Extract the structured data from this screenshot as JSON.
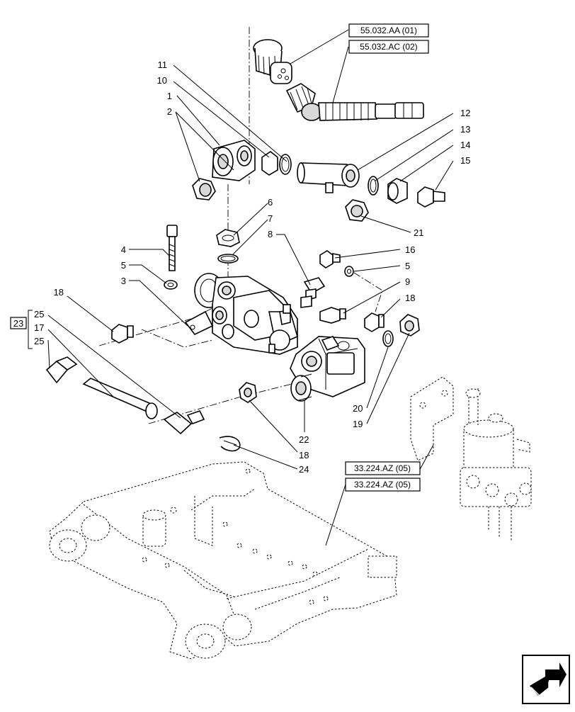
{
  "diagram": {
    "callouts": [
      {
        "id": "c11",
        "label": "11"
      },
      {
        "id": "c10",
        "label": "10"
      },
      {
        "id": "c1",
        "label": "1"
      },
      {
        "id": "c2",
        "label": "2"
      },
      {
        "id": "c12",
        "label": "12"
      },
      {
        "id": "c13",
        "label": "13"
      },
      {
        "id": "c14",
        "label": "14"
      },
      {
        "id": "c15",
        "label": "15"
      },
      {
        "id": "c6",
        "label": "6"
      },
      {
        "id": "c7",
        "label": "7"
      },
      {
        "id": "c8",
        "label": "8"
      },
      {
        "id": "c21",
        "label": "21"
      },
      {
        "id": "c16",
        "label": "16"
      },
      {
        "id": "c5b",
        "label": "5"
      },
      {
        "id": "c4",
        "label": "4"
      },
      {
        "id": "c5a",
        "label": "5"
      },
      {
        "id": "c3",
        "label": "3"
      },
      {
        "id": "c9",
        "label": "9"
      },
      {
        "id": "c18a",
        "label": "18"
      },
      {
        "id": "c18b",
        "label": "18"
      },
      {
        "id": "c23",
        "label": "23"
      },
      {
        "id": "c25a",
        "label": "25"
      },
      {
        "id": "c17",
        "label": "17"
      },
      {
        "id": "c25b",
        "label": "25"
      },
      {
        "id": "c20",
        "label": "20"
      },
      {
        "id": "c19",
        "label": "19"
      },
      {
        "id": "c22",
        "label": "22"
      },
      {
        "id": "c18c",
        "label": "18"
      },
      {
        "id": "c24",
        "label": "24"
      }
    ],
    "references": [
      {
        "id": "r1",
        "label": "55.032.AA (01)"
      },
      {
        "id": "r2",
        "label": "55.032.AC (02)"
      },
      {
        "id": "r3",
        "label": "33.224.AZ (05)"
      },
      {
        "id": "r4",
        "label": "33.224.AZ (05)"
      }
    ],
    "nav_icon": "next-page-arrow-icon"
  }
}
